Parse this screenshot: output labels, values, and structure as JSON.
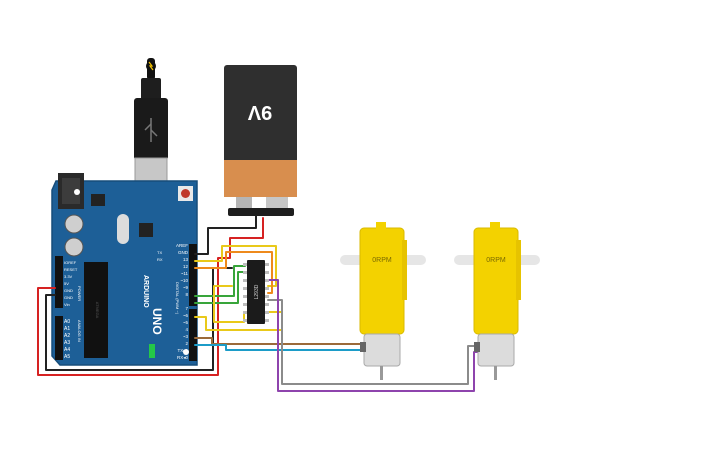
{
  "battery": {
    "label": "9V"
  },
  "arduino": {
    "brand": "ARDUINO",
    "model": "UNO",
    "power_label": "POWER",
    "analog_label": "ANALOG IN",
    "digital_label": "DIGITAL (PWM ~)",
    "ic_label": "ATMEGA",
    "tx_label": "TX",
    "rx_label": "RX",
    "power_pins": [
      "IOREF",
      "RESET",
      "3.3V",
      "5V",
      "GND",
      "GND",
      "Vin"
    ],
    "analog_pins": [
      "A0",
      "A1",
      "A2",
      "A3",
      "A4",
      "A5"
    ],
    "digital_pins": [
      "AREF",
      "GND",
      "13",
      "12",
      "~11",
      "~10",
      "~9",
      "8",
      "7",
      "~6",
      "~5",
      "4",
      "~3",
      "2",
      "TX▸1",
      "RX◂0"
    ]
  },
  "driver": {
    "label": "L293D"
  },
  "motors": [
    {
      "label": "0RPM"
    },
    {
      "label": "0RPM"
    }
  ],
  "colors": {
    "board": "#1d5f97",
    "battery_body": "#2f2f2f",
    "battery_band": "#d88e4e",
    "motor": "#f3d200",
    "wire_red": "#d62222",
    "wire_black": "#222222",
    "wire_yellow": "#e9c91a",
    "wire_orange": "#ee8a1c",
    "wire_green": "#38a53a",
    "wire_blue": "#1c9cc8",
    "wire_brown": "#9b6a3a",
    "wire_gray": "#8b8b8b",
    "wire_purple": "#8e44ad"
  }
}
